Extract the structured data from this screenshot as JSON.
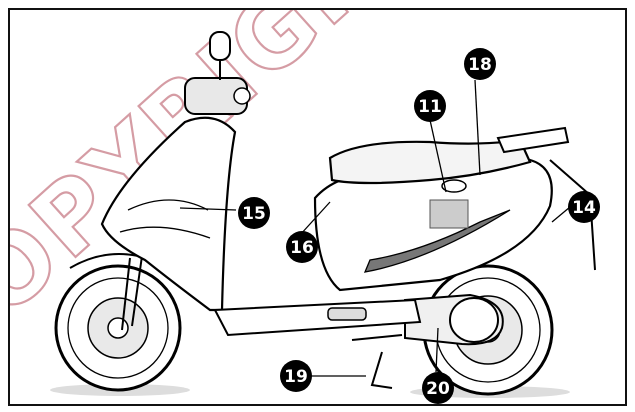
{
  "watermark": {
    "text": "COPYRIGHTED",
    "color": "#c77b86"
  },
  "diagram": {
    "subject": "scooter left side view",
    "callouts": [
      {
        "id": "c11",
        "label": "11"
      },
      {
        "id": "c14",
        "label": "14"
      },
      {
        "id": "c15",
        "label": "15"
      },
      {
        "id": "c16",
        "label": "16"
      },
      {
        "id": "c18",
        "label": "18"
      },
      {
        "id": "c19",
        "label": "19"
      },
      {
        "id": "c20",
        "label": "20"
      }
    ],
    "callout_style": {
      "fill": "#000000",
      "text_color": "#ffffff"
    }
  }
}
